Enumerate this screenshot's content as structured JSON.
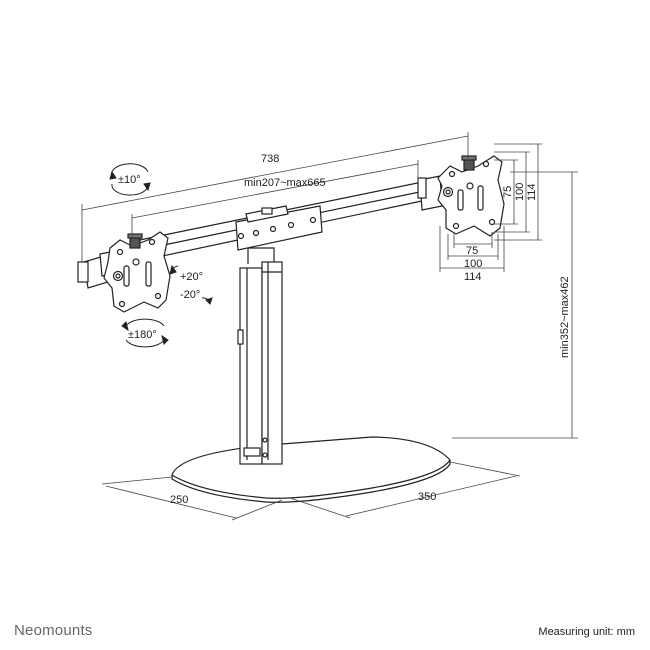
{
  "dimensions": {
    "total_width": "738",
    "arm_range": "min207~max665",
    "height_range": "min352~max462",
    "base_depth": "250",
    "base_width": "350",
    "vesa_h_75": "75",
    "vesa_h_100": "100",
    "vesa_h_114": "114",
    "vesa_v_75": "75",
    "vesa_v_100": "100",
    "vesa_v_114": "114"
  },
  "rotations": {
    "tilt": "±10°",
    "tilt_up": "+20°",
    "tilt_down": "-20°",
    "rotate": "±180°"
  },
  "footer": {
    "brand": "Neomounts",
    "measuring_unit": "Measuring unit: mm"
  }
}
